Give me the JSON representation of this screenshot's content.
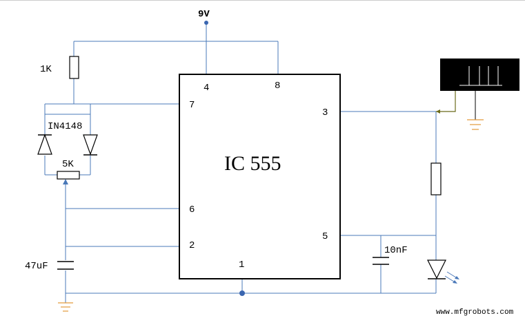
{
  "supply": {
    "label": "9V"
  },
  "ic": {
    "name": "IC 555",
    "pins": {
      "p1": "1",
      "p2": "2",
      "p3": "3",
      "p4": "4",
      "p5": "5",
      "p6": "6",
      "p7": "7",
      "p8": "8"
    }
  },
  "components": {
    "r1": "1K",
    "diodes": "IN4148",
    "pot": "5K",
    "cap_timing": "47uF",
    "cap_control": "10nF"
  },
  "watermark": "www.mfgrobots.com",
  "colors": {
    "wire": "#4a78b8",
    "ground": "#e39a3a",
    "junction": "#3a66b0"
  }
}
